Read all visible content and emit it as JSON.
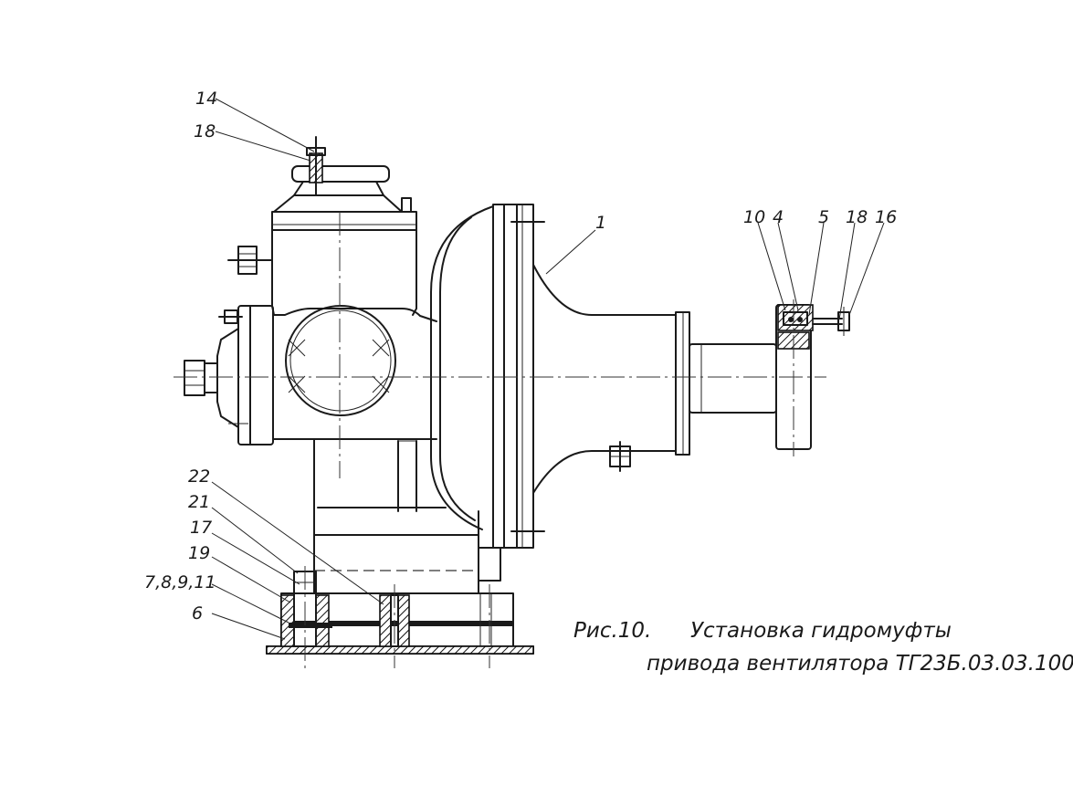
{
  "labels": {
    "l14": "14",
    "l18_top": "18",
    "l1": "1",
    "l10": "10",
    "l4": "4",
    "l5": "5",
    "l18_right": "18",
    "l16": "16",
    "l22": "22",
    "l21": "21",
    "l17": "17",
    "l19": "19",
    "l7891": "7,8,9,11",
    "l6": "6"
  },
  "caption": {
    "fig": "Рис.10.",
    "line1": "Установка гидромуфты",
    "line2": "привода вентилятора ТГ23Б.03.03.100"
  }
}
